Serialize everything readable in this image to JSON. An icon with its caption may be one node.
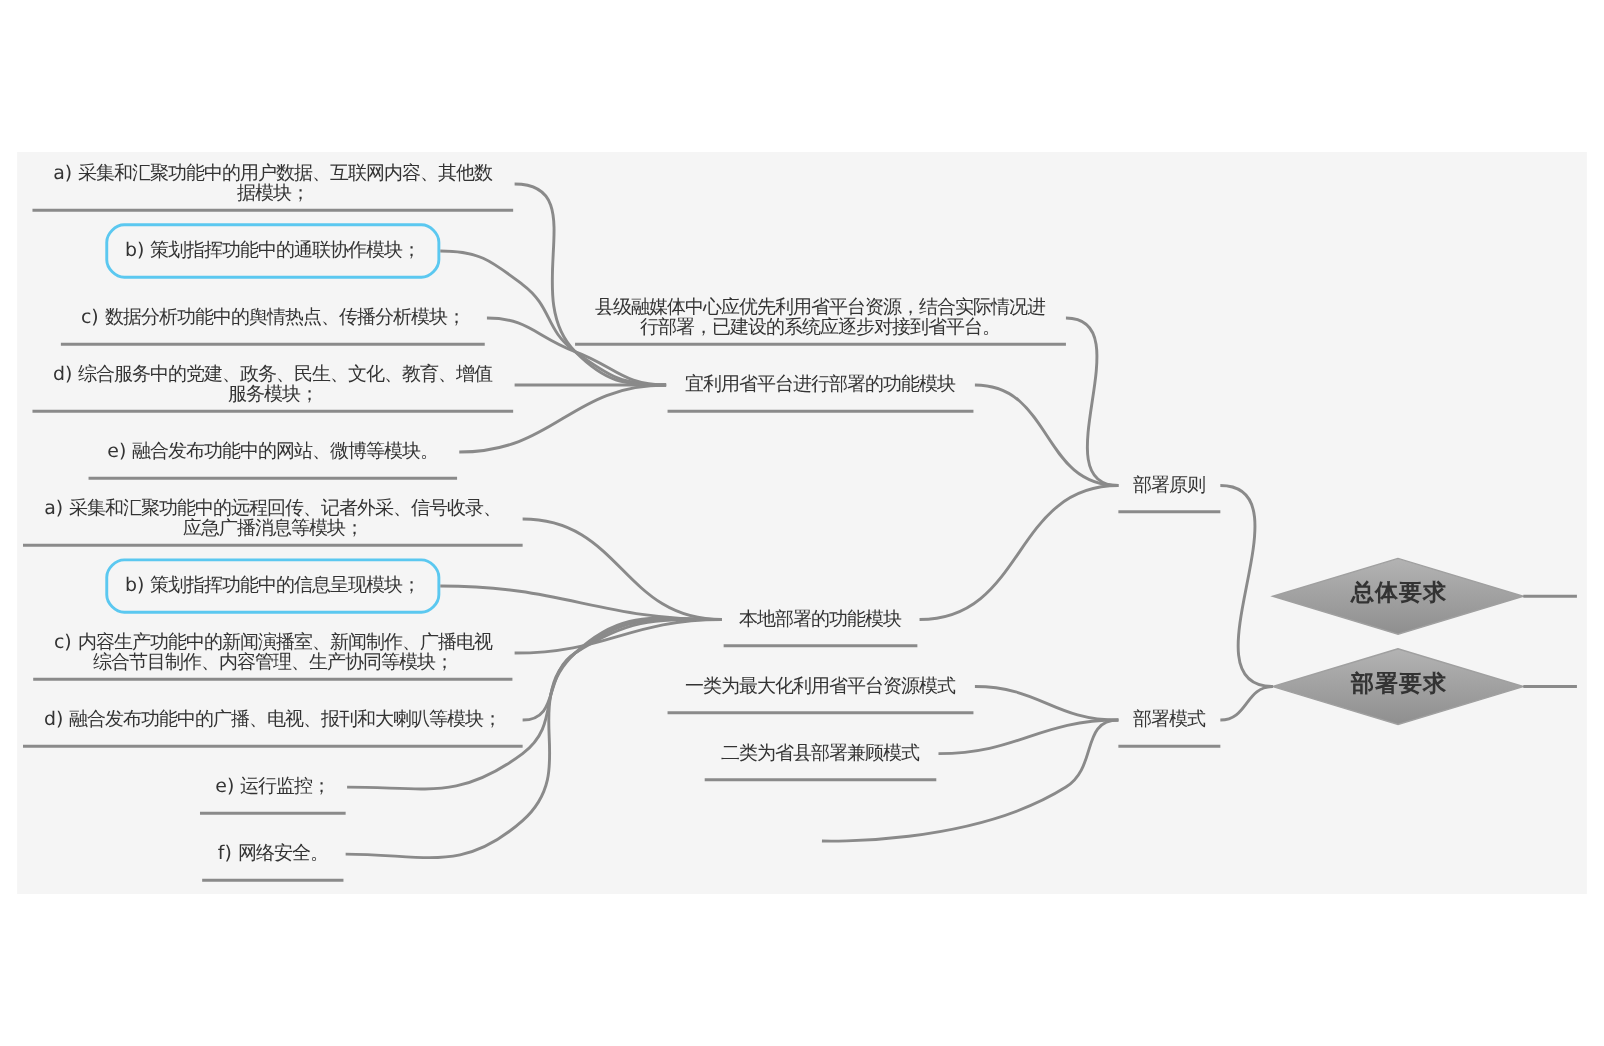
{
  "diagram": {
    "nodes": [
      {
        "text": [
          "县级融媒体中心应优先利用省平台资源，结合实际情况进行部署，已建设的系统应逐步对接到省平台。"
        ]
      },
      {
        "text": [
          "a) 采集和汇聚功能中的用户数据、互联网内容、其他数据模块；"
        ]
      },
      {
        "text": [
          "b) 策划指挥功能中的通联协作模块；"
        ]
      },
      {
        "text": [
          "c) 数据分析功能中的舆情热点、传播分析模块；"
        ]
      },
      {
        "text": [
          "d) 综合服务中的党建、政务、民生、文化、教育、增值服务模块；"
        ]
      },
      {
        "text": [
          "e) 融合发布功能中的网站、微博等模块。"
        ]
      },
      {
        "text": [
          "宜利用省平台进行部署的功能模块"
        ]
      },
      {
        "text": [
          "部署原则"
        ]
      },
      {
        "text": [
          "a) 采集和汇聚功能中的远程回传、记者外采、信号收录、应急广播消息等模块；"
        ]
      },
      {
        "text": [
          "b) 策划指挥功能中的信息呈现模块；"
        ]
      },
      {
        "text": [
          "c) 内容生产功能中的新闻演播室、新闻制作、广播电视综合节目制作、内容管理、生产协同等模块；"
        ]
      },
      {
        "text": [
          "d) 融合发布功能中的广播、电视、报刊和大喇叭等模块；"
        ]
      },
      {
        "text": [
          "e) 运行监控；"
        ]
      },
      {
        "text": [
          "f) 网络安全。"
        ]
      },
      {
        "text": [
          "本地部署的功能模块"
        ]
      },
      {
        "text": [
          "部署要求"
        ]
      },
      {
        "text": [
          "一类为最大化利用省平台资源模式"
        ]
      },
      {
        "text": [
          "二类为省县部署兼顾模式"
        ]
      },
      {
        "text": [
          "部署模式"
        ]
      },
      {
        "text": [
          "总体要求"
        ]
      }
    ],
    "edges": [
      {
        "from": 15,
        "to": null,
        "arrow": "none"
      },
      {
        "from": 15,
        "to": 7,
        "arrow": "none"
      },
      {
        "from": 7,
        "to": 0,
        "arrow": "none"
      },
      {
        "from": 7,
        "to": 6,
        "arrow": "none"
      },
      {
        "from": 6,
        "to": 1,
        "arrow": "none"
      },
      {
        "from": 6,
        "to": 2,
        "arrow": "none"
      },
      {
        "from": 6,
        "to": 3,
        "arrow": "none"
      },
      {
        "from": 6,
        "to": 4,
        "arrow": "none"
      },
      {
        "from": 6,
        "to": 5,
        "arrow": "none"
      },
      {
        "from": 7,
        "to": 14,
        "arrow": "none"
      },
      {
        "from": 14,
        "to": 8,
        "arrow": "none"
      },
      {
        "from": 14,
        "to": 9,
        "arrow": "none"
      },
      {
        "from": 14,
        "to": 10,
        "arrow": "none"
      },
      {
        "from": 14,
        "to": 11,
        "arrow": "none"
      },
      {
        "from": 14,
        "to": 12,
        "arrow": "none"
      },
      {
        "from": 14,
        "to": 13,
        "arrow": "none"
      },
      {
        "from": 15,
        "to": 18,
        "arrow": "none"
      },
      {
        "from": 18,
        "to": 16,
        "arrow": "none"
      },
      {
        "from": 18,
        "to": 17,
        "arrow": "none"
      },
      {
        "from": 18,
        "to": null,
        "arrow": "none"
      },
      {
        "from": 19,
        "to": null,
        "arrow": "none"
      }
    ]
  }
}
